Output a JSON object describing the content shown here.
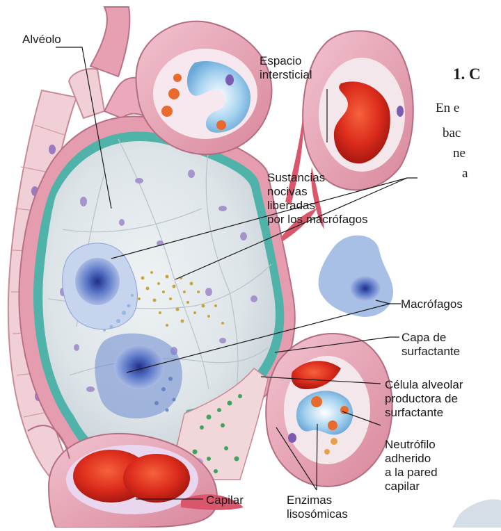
{
  "side_text": {
    "heading": "1. C",
    "lines": [
      "En e",
      "bac",
      "ne",
      "a"
    ]
  },
  "labels": {
    "alveolo": "Alvéolo",
    "espacio": "Espacio\nintersticial",
    "sustancias": "Sustancias\nnocivas\nliberadas\npor los macrófagos",
    "macrofagos": "Macrófagos",
    "capa": "Capa de\nsurfactante",
    "celula": "Célula alveolar\nproductora de\nsurfactante",
    "neutrofilo": "Neutrófilo\nadherido\na la pared\ncapilar",
    "capilar": "Capilar",
    "enzimas": "Enzimas\nlisosómicas"
  },
  "colors": {
    "tissue_pink": "#e9a6b6",
    "tissue_light": "#f4d4dc",
    "lumen": "#dfe6ea",
    "surfactant": "#4fb3a9",
    "blood_red": "#d8301f",
    "macrophage_blue": "#4e66b5",
    "nucleus_purple": "#8a6fb5"
  }
}
